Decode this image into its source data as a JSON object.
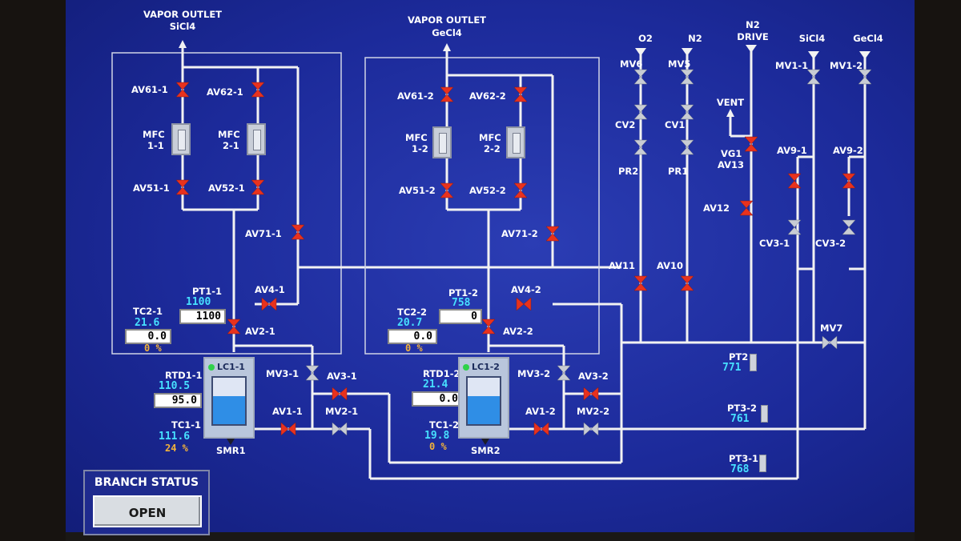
{
  "outlets": {
    "sicl4": {
      "title": "VAPOR OUTLET",
      "sub": "SiCl4"
    },
    "gecl4": {
      "title": "VAPOR OUTLET",
      "sub": "GeCl4"
    }
  },
  "supplies": {
    "o2": "O2",
    "n2": "N2",
    "n2drive_1": "N2",
    "n2drive_2": "DRIVE",
    "sicl4": "SiCl4",
    "gecl4": "GeCl4",
    "vent": "VENT"
  },
  "valves": {
    "av61_1": "AV61-1",
    "av62_1": "AV62-1",
    "av51_1": "AV51-1",
    "av52_1": "AV52-1",
    "av71_1": "AV71-1",
    "av4_1": "AV4-1",
    "av2_1": "AV2-1",
    "av61_2": "AV61-2",
    "av62_2": "AV62-2",
    "av51_2": "AV51-2",
    "av52_2": "AV52-2",
    "av71_2": "AV71-2",
    "av4_2": "AV4-2",
    "av2_2": "AV2-2",
    "mv3_1": "MV3-1",
    "av3_1": "AV3-1",
    "av1_1": "AV1-1",
    "mv2_1": "MV2-1",
    "mv3_2": "MV3-2",
    "av3_2": "AV3-2",
    "av1_2": "AV1-2",
    "mv2_2": "MV2-2",
    "mv6": "MV6",
    "mv5": "MV5",
    "mv1_1": "MV1-1",
    "mv1_2": "MV1-2",
    "cv2": "CV2",
    "cv1": "CV1",
    "pr2": "PR2",
    "pr1": "PR1",
    "vg1": "VG1",
    "av13": "AV13",
    "av12": "AV12",
    "av9_1": "AV9-1",
    "av9_2": "AV9-2",
    "cv3_1": "CV3-1",
    "cv3_2": "CV3-2",
    "av11": "AV11",
    "av10": "AV10",
    "mv7": "MV7"
  },
  "mfc": {
    "mfc1_1": [
      "MFC",
      "1-1"
    ],
    "mfc2_1": [
      "MFC",
      "2-1"
    ],
    "mfc1_2": [
      "MFC",
      "1-2"
    ],
    "mfc2_2": [
      "MFC",
      "2-2"
    ]
  },
  "branch1": {
    "pt_label": "PT1-1",
    "pt_value": "1100",
    "pt_setpoint": "1100",
    "tc2_label": "TC2-1",
    "tc2_value": "21.6",
    "tc2_setpoint": "0.0",
    "tc2_pct": "0 %",
    "rtd_label": "RTD1-1",
    "rtd_value": "110.5",
    "rtd_setpoint": "95.0",
    "tc1_label": "TC1-1",
    "tc1_value": "111.6",
    "tc1_pct": "24 %",
    "lc_label": "LC1-1",
    "smr_label": "SMR1"
  },
  "branch2": {
    "pt_label": "PT1-2",
    "pt_value": "758",
    "pt_setpoint": "0",
    "tc2_label": "TC2-2",
    "tc2_value": "20.7",
    "tc2_setpoint": "0.0",
    "tc2_pct": "0 %",
    "rtd_label": "RTD1-2",
    "rtd_value": "21.4",
    "rtd_setpoint": "0.0",
    "tc1_label": "TC1-2",
    "tc1_value": "19.8",
    "tc1_pct": "0 %",
    "lc_label": "LC1-2",
    "smr_label": "SMR2"
  },
  "pressure": {
    "pt2_label": "PT2",
    "pt2_value": "771",
    "pt3_2_label": "PT3-2",
    "pt3_2_value": "761",
    "pt3_1_label": "PT3-1",
    "pt3_1_value": "768"
  },
  "branch_status": {
    "title": "BRANCH STATUS",
    "button": "OPEN"
  },
  "colors": {
    "background": "#1c2a9a",
    "pipe": "#f2f2f2",
    "valve_open": "#e8321e",
    "valve_idle": "#c8ccd4",
    "value": "#47e0ff",
    "percent": "#f2b23a"
  }
}
